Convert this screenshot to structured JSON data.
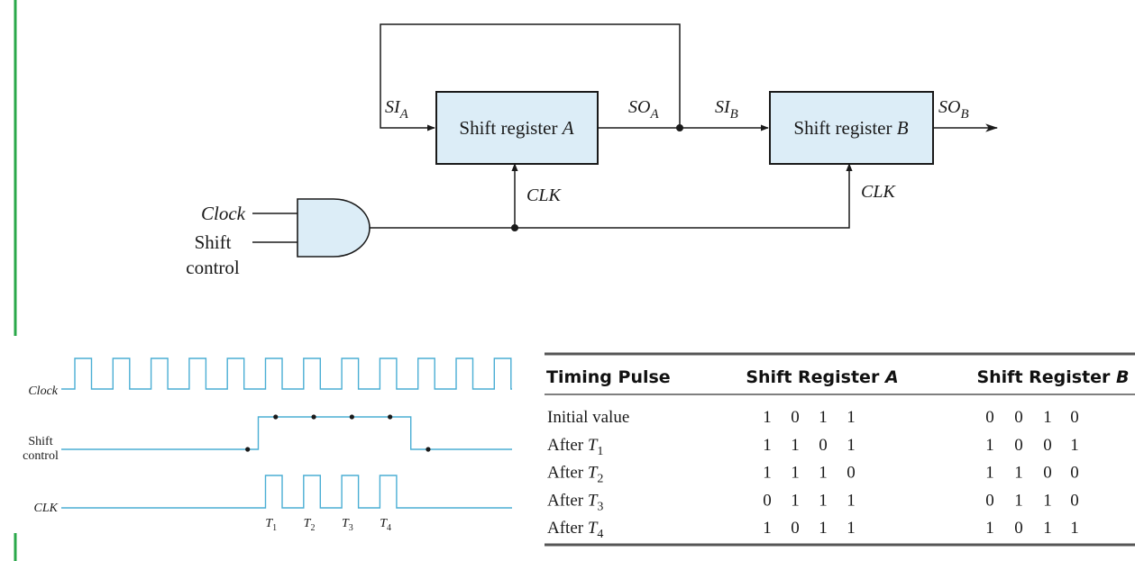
{
  "colors": {
    "register_fill": "#dcedf7",
    "gate_fill": "#dcedf7",
    "timing_wave": "#4aaed4",
    "margin_line": "#2aa84a",
    "ink": "#1a1a1a"
  },
  "circuit": {
    "register_a": {
      "label": "Shift register ",
      "var": "A"
    },
    "register_b": {
      "label": "Shift register ",
      "var": "B"
    },
    "si_a": {
      "base": "SI",
      "sub": "A"
    },
    "so_a": {
      "base": "SO",
      "sub": "A"
    },
    "si_b": {
      "base": "SI",
      "sub": "B"
    },
    "so_b": {
      "base": "SO",
      "sub": "B"
    },
    "clk_a": "CLK",
    "clk_b": "CLK",
    "gate_inputs": {
      "clock": "Clock",
      "shift_line1": "Shift",
      "shift_line2": "control"
    }
  },
  "timing": {
    "clock_label": "Clock",
    "shift_label_line1": "Shift",
    "shift_label_line2": "control",
    "clk_label": "CLK",
    "clock_cycles": 12,
    "shift_active_cycles": [
      5,
      9
    ],
    "clk_pulses": [
      {
        "base": "T",
        "sub": "1"
      },
      {
        "base": "T",
        "sub": "2"
      },
      {
        "base": "T",
        "sub": "3"
      },
      {
        "base": "T",
        "sub": "4"
      }
    ]
  },
  "table": {
    "headers": {
      "col1": "Timing Pulse",
      "col2_base": "Shift Register ",
      "col2_var": "A",
      "col3_base": "Shift Register ",
      "col3_var": "B"
    },
    "rows": [
      {
        "label": "Initial value",
        "sub": "",
        "a": [
          "1",
          "0",
          "1",
          "1"
        ],
        "b": [
          "0",
          "0",
          "1",
          "0"
        ]
      },
      {
        "label": "After ",
        "var": "T",
        "sub": "1",
        "a": [
          "1",
          "1",
          "0",
          "1"
        ],
        "b": [
          "1",
          "0",
          "0",
          "1"
        ]
      },
      {
        "label": "After ",
        "var": "T",
        "sub": "2",
        "a": [
          "1",
          "1",
          "1",
          "0"
        ],
        "b": [
          "1",
          "1",
          "0",
          "0"
        ]
      },
      {
        "label": "After ",
        "var": "T",
        "sub": "3",
        "a": [
          "0",
          "1",
          "1",
          "1"
        ],
        "b": [
          "0",
          "1",
          "1",
          "0"
        ]
      },
      {
        "label": "After ",
        "var": "T",
        "sub": "4",
        "a": [
          "1",
          "0",
          "1",
          "1"
        ],
        "b": [
          "1",
          "0",
          "1",
          "1"
        ]
      }
    ]
  }
}
